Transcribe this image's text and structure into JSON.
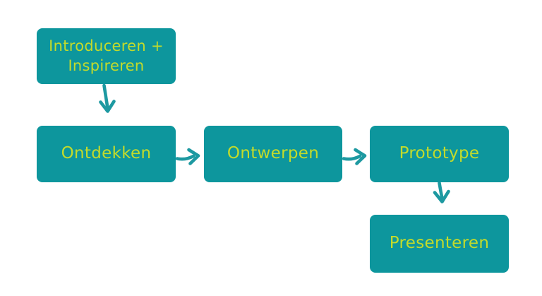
{
  "diagram": {
    "type": "flowchart",
    "language": "nl",
    "colors": {
      "background": "#ffffff",
      "box_bg": "#0d969d",
      "box_text": "#c3db2b",
      "arrow": "#1d99a1"
    },
    "nodes": [
      {
        "id": "introduceren-inspireren",
        "label": "Introduceren +\nInspireren"
      },
      {
        "id": "ontdekken",
        "label": "Ontdekken"
      },
      {
        "id": "ontwerpen",
        "label": "Ontwerpen"
      },
      {
        "id": "prototype",
        "label": "Prototype"
      },
      {
        "id": "presenteren",
        "label": "Presenteren"
      }
    ],
    "edges": [
      {
        "from": "introduceren-inspireren",
        "to": "ontdekken",
        "direction": "down"
      },
      {
        "from": "ontdekken",
        "to": "ontwerpen",
        "direction": "right"
      },
      {
        "from": "ontwerpen",
        "to": "prototype",
        "direction": "right"
      },
      {
        "from": "prototype",
        "to": "presenteren",
        "direction": "down"
      }
    ]
  }
}
